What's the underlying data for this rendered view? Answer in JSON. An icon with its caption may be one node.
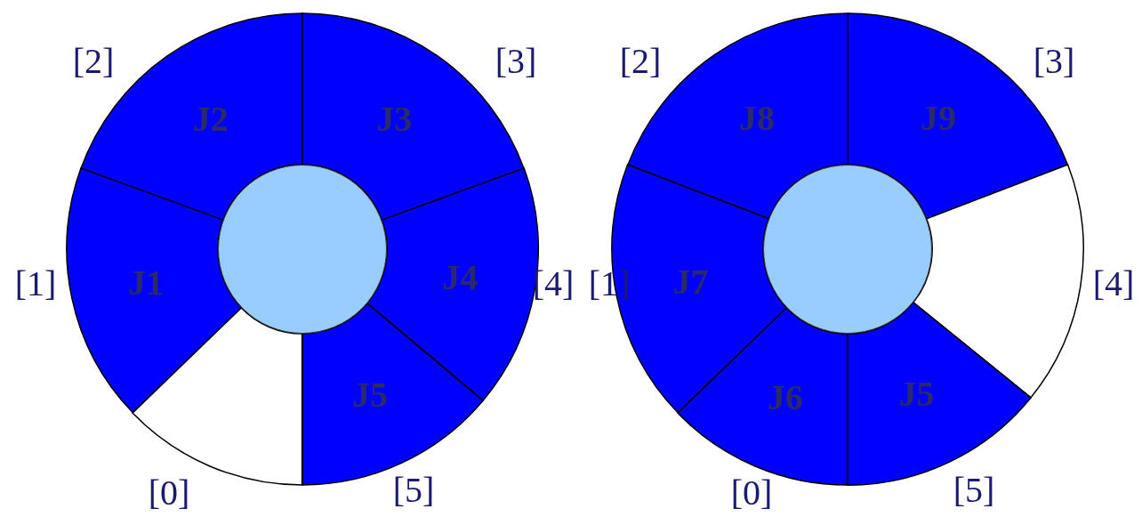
{
  "diagram": {
    "nodes": [
      {
        "text": [
          "J2"
        ]
      },
      {
        "text": [
          "J3"
        ]
      },
      {
        "text": [
          "J1"
        ]
      },
      {
        "text": [],
        "shape": "circle"
      },
      {
        "text": [
          "J4"
        ]
      },
      {
        "text": [
          "J5"
        ]
      },
      {
        "text": [],
        "shape": "sector"
      },
      {
        "text": [
          "J8"
        ]
      },
      {
        "text": [
          "J9"
        ]
      },
      {
        "text": [
          "J7"
        ]
      },
      {
        "text": [],
        "shape": "circle"
      },
      {
        "text": [],
        "shape": "sector"
      },
      {
        "text": [
          "J6"
        ]
      },
      {
        "text": [
          "J5"
        ]
      }
    ],
    "edges": [],
    "labels": [
      "[2]",
      "[3]",
      "[2]",
      "[3]",
      "[1]",
      "[4]",
      "[1]",
      "[4]",
      "[0]",
      "[5]",
      "[0]",
      "[5]"
    ]
  }
}
